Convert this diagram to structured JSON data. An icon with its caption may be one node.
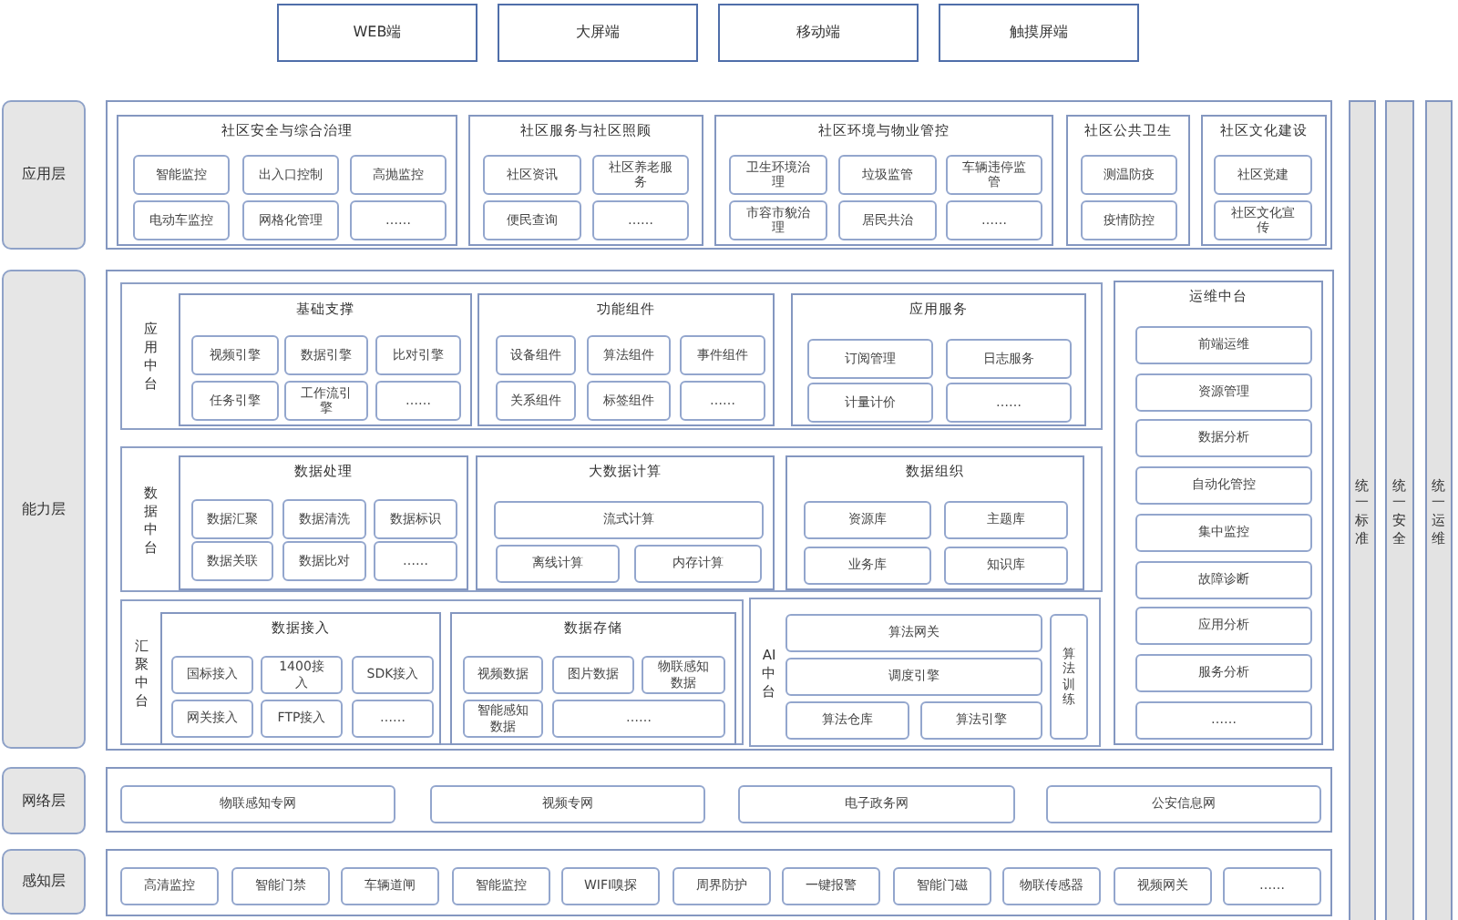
{
  "diagram": {
    "nodes": [
      {
        "text": [
          "WEB端"
        ]
      },
      {
        "text": [
          "大屏端"
        ]
      },
      {
        "text": [
          "移动端"
        ]
      },
      {
        "text": [
          "触摸屏端"
        ]
      },
      {
        "text": [
          "应用层"
        ]
      },
      {
        "text": [],
        "shape": "box"
      },
      {
        "text": [
          "社区安全与综合治理"
        ],
        "in": 5
      },
      {
        "text": [
          "智能监控"
        ],
        "in": 6
      },
      {
        "text": [
          "出入口控制"
        ],
        "in": 6
      },
      {
        "text": [
          "高抛监控"
        ],
        "in": 6
      },
      {
        "text": [
          "电动车监控"
        ],
        "in": 6
      },
      {
        "text": [
          "网格化管理"
        ],
        "in": 6
      },
      {
        "text": [
          "……"
        ],
        "in": 6
      },
      {
        "text": [
          "社区服务与社区照顾"
        ],
        "in": 5
      },
      {
        "text": [
          "社区资讯"
        ],
        "in": 13
      },
      {
        "text": [
          "社区养老服务"
        ],
        "in": 13
      },
      {
        "text": [
          "便民查询"
        ],
        "in": 13
      },
      {
        "text": [
          "……"
        ],
        "in": 13
      },
      {
        "text": [
          "社区环境与物业管控"
        ],
        "in": 5
      },
      {
        "text": [
          "卫生环境治理"
        ],
        "in": 18
      },
      {
        "text": [
          "垃圾监管"
        ],
        "in": 18
      },
      {
        "text": [
          "车辆违停监管"
        ],
        "in": 18
      },
      {
        "text": [
          "市容市貌治理"
        ],
        "in": 18
      },
      {
        "text": [
          "居民共治"
        ],
        "in": 18
      },
      {
        "text": [
          "……"
        ],
        "in": 18
      },
      {
        "text": [
          "社区公共卫生"
        ],
        "in": 5
      },
      {
        "text": [
          "测温防疫"
        ],
        "in": 25
      },
      {
        "text": [
          "疫情防控"
        ],
        "in": 25
      },
      {
        "text": [
          "社区文化建设"
        ],
        "in": 5
      },
      {
        "text": [
          "社区党建"
        ],
        "in": 28
      },
      {
        "text": [
          "社区文化宣传"
        ],
        "in": 28
      },
      {
        "text": [
          "能力层"
        ]
      },
      {
        "text": [],
        "shape": "box"
      },
      {
        "text": [
          "应用中台"
        ],
        "in": 32
      },
      {
        "text": [
          "基础支撑"
        ],
        "in": 33
      },
      {
        "text": [
          "视频引擎"
        ],
        "in": 34
      },
      {
        "text": [
          "数据引擎"
        ],
        "in": 34
      },
      {
        "text": [
          "比对引擎"
        ],
        "in": 34
      },
      {
        "text": [
          "任务引擎"
        ],
        "in": 34
      },
      {
        "text": [
          "工作流引擎"
        ],
        "in": 34
      },
      {
        "text": [
          "……"
        ],
        "in": 34
      },
      {
        "text": [
          "功能组件"
        ],
        "in": 33
      },
      {
        "text": [
          "设备组件"
        ],
        "in": 41
      },
      {
        "text": [
          "算法组件"
        ],
        "in": 41
      },
      {
        "text": [
          "事件组件"
        ],
        "in": 41
      },
      {
        "text": [
          "关系组件"
        ],
        "in": 41
      },
      {
        "text": [
          "标签组件"
        ],
        "in": 41
      },
      {
        "text": [
          "……"
        ],
        "in": 41
      },
      {
        "text": [
          "应用服务"
        ],
        "in": 33
      },
      {
        "text": [
          "订阅管理"
        ],
        "in": 48
      },
      {
        "text": [
          "日志服务"
        ],
        "in": 48
      },
      {
        "text": [
          "计量计价"
        ],
        "in": 48
      },
      {
        "text": [
          "……"
        ],
        "in": 48
      },
      {
        "text": [
          "数据中台"
        ],
        "in": 32
      },
      {
        "text": [
          "数据处理"
        ],
        "in": 53
      },
      {
        "text": [
          "数据汇聚"
        ],
        "in": 54
      },
      {
        "text": [
          "数据清洗"
        ],
        "in": 54
      },
      {
        "text": [
          "数据标识"
        ],
        "in": 54
      },
      {
        "text": [
          "数据关联"
        ],
        "in": 54
      },
      {
        "text": [
          "数据比对"
        ],
        "in": 54
      },
      {
        "text": [
          "……"
        ],
        "in": 54
      },
      {
        "text": [
          "大数据计算"
        ],
        "in": 53
      },
      {
        "text": [
          "流式计算"
        ],
        "in": 61
      },
      {
        "text": [
          "离线计算"
        ],
        "in": 61
      },
      {
        "text": [
          "内存计算"
        ],
        "in": 61
      },
      {
        "text": [
          "数据组织"
        ],
        "in": 53
      },
      {
        "text": [
          "资源库"
        ],
        "in": 65
      },
      {
        "text": [
          "主题库"
        ],
        "in": 65
      },
      {
        "text": [
          "业务库"
        ],
        "in": 65
      },
      {
        "text": [
          "知识库"
        ],
        "in": 65
      },
      {
        "text": [
          "汇聚中台"
        ],
        "in": 32
      },
      {
        "text": [
          "数据接入"
        ],
        "in": 70
      },
      {
        "text": [
          "国标接入"
        ],
        "in": 71
      },
      {
        "text": [
          "1400接入"
        ],
        "in": 71
      },
      {
        "text": [
          "SDK接入"
        ],
        "in": 71
      },
      {
        "text": [
          "网关接入"
        ],
        "in": 71
      },
      {
        "text": [
          "FTP接入"
        ],
        "in": 71
      },
      {
        "text": [
          "……"
        ],
        "in": 71
      },
      {
        "text": [
          "数据存储"
        ],
        "in": 70
      },
      {
        "text": [
          "视频数据"
        ],
        "in": 78
      },
      {
        "text": [
          "图片数据"
        ],
        "in": 78
      },
      {
        "text": [
          "物联感知数据"
        ],
        "in": 78
      },
      {
        "text": [
          "智能感知数据"
        ],
        "in": 78
      },
      {
        "text": [
          "……"
        ],
        "in": 78
      },
      {
        "text": [
          "AI中台"
        ],
        "in": 32
      },
      {
        "text": [
          "算法网关"
        ],
        "in": 84
      },
      {
        "text": [
          "算法训练"
        ],
        "in": 84
      },
      {
        "text": [
          "调度引擎"
        ],
        "in": 84
      },
      {
        "text": [
          "算法仓库"
        ],
        "in": 84
      },
      {
        "text": [
          "算法引擎"
        ],
        "in": 84
      },
      {
        "text": [
          "运维中台"
        ],
        "in": 32
      },
      {
        "text": [
          "前端运维"
        ],
        "in": 90
      },
      {
        "text": [
          "资源管理"
        ],
        "in": 90
      },
      {
        "text": [
          "数据分析"
        ],
        "in": 90
      },
      {
        "text": [
          "自动化管控"
        ],
        "in": 90
      },
      {
        "text": [
          "集中监控"
        ],
        "in": 90
      },
      {
        "text": [
          "故障诊断"
        ],
        "in": 90
      },
      {
        "text": [
          "应用分析"
        ],
        "in": 90
      },
      {
        "text": [
          "服务分析"
        ],
        "in": 90
      },
      {
        "text": [
          "……"
        ],
        "in": 90
      },
      {
        "text": [
          "网络层"
        ]
      },
      {
        "text": [],
        "shape": "box"
      },
      {
        "text": [
          "物联感知专网"
        ],
        "in": 101
      },
      {
        "text": [
          "视频专网"
        ],
        "in": 101
      },
      {
        "text": [
          "电子政务网"
        ],
        "in": 101
      },
      {
        "text": [
          "公安信息网"
        ],
        "in": 101
      },
      {
        "text": [
          "感知层"
        ]
      },
      {
        "text": [],
        "shape": "box"
      },
      {
        "text": [
          "高清监控"
        ],
        "in": 107
      },
      {
        "text": [
          "智能门禁"
        ],
        "in": 107
      },
      {
        "text": [
          "车辆道闸"
        ],
        "in": 107
      },
      {
        "text": [
          "智能监控"
        ],
        "in": 107
      },
      {
        "text": [
          "WIFI嗅探"
        ],
        "in": 107
      },
      {
        "text": [
          "周界防护"
        ],
        "in": 107
      },
      {
        "text": [
          "一键报警"
        ],
        "in": 107
      },
      {
        "text": [
          "智能门磁"
        ],
        "in": 107
      },
      {
        "text": [
          "物联传感器"
        ],
        "in": 107
      },
      {
        "text": [
          "视频网关"
        ],
        "in": 107
      },
      {
        "text": [
          "……"
        ],
        "in": 107
      },
      {
        "text": [
          "统一标准"
        ]
      },
      {
        "text": [
          "统一安全"
        ]
      },
      {
        "text": [
          "统一运维"
        ]
      }
    ]
  }
}
